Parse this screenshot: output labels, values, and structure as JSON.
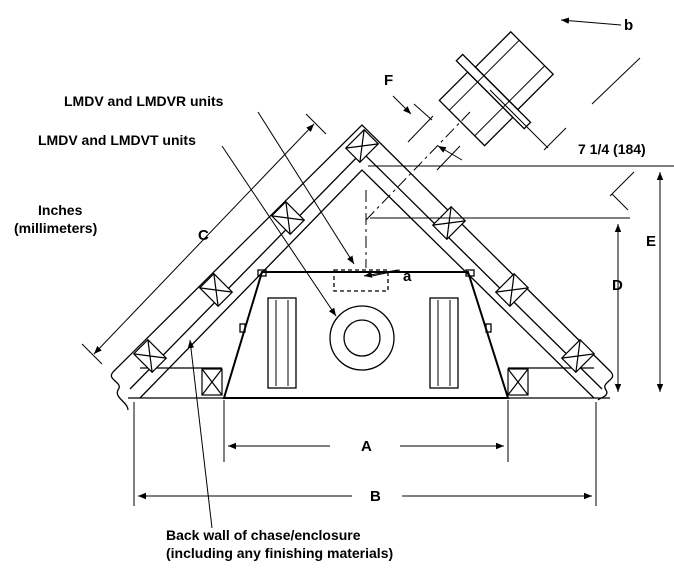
{
  "labels": {
    "b": "b",
    "dim_184": "7 1/4  (184)",
    "lmdvr": "LMDV and LMDVR units",
    "f": "F",
    "lmdvt": "LMDV and LMDVT units",
    "units_line1": "Inches",
    "units_line2": "(millimeters)",
    "c": "C",
    "e": "E",
    "d": "D",
    "a_small": "a",
    "a": "A",
    "b_dim": "B",
    "back_wall_line1": "Back wall of chase/enclosure",
    "back_wall_line2": "(including any finishing materials)"
  }
}
